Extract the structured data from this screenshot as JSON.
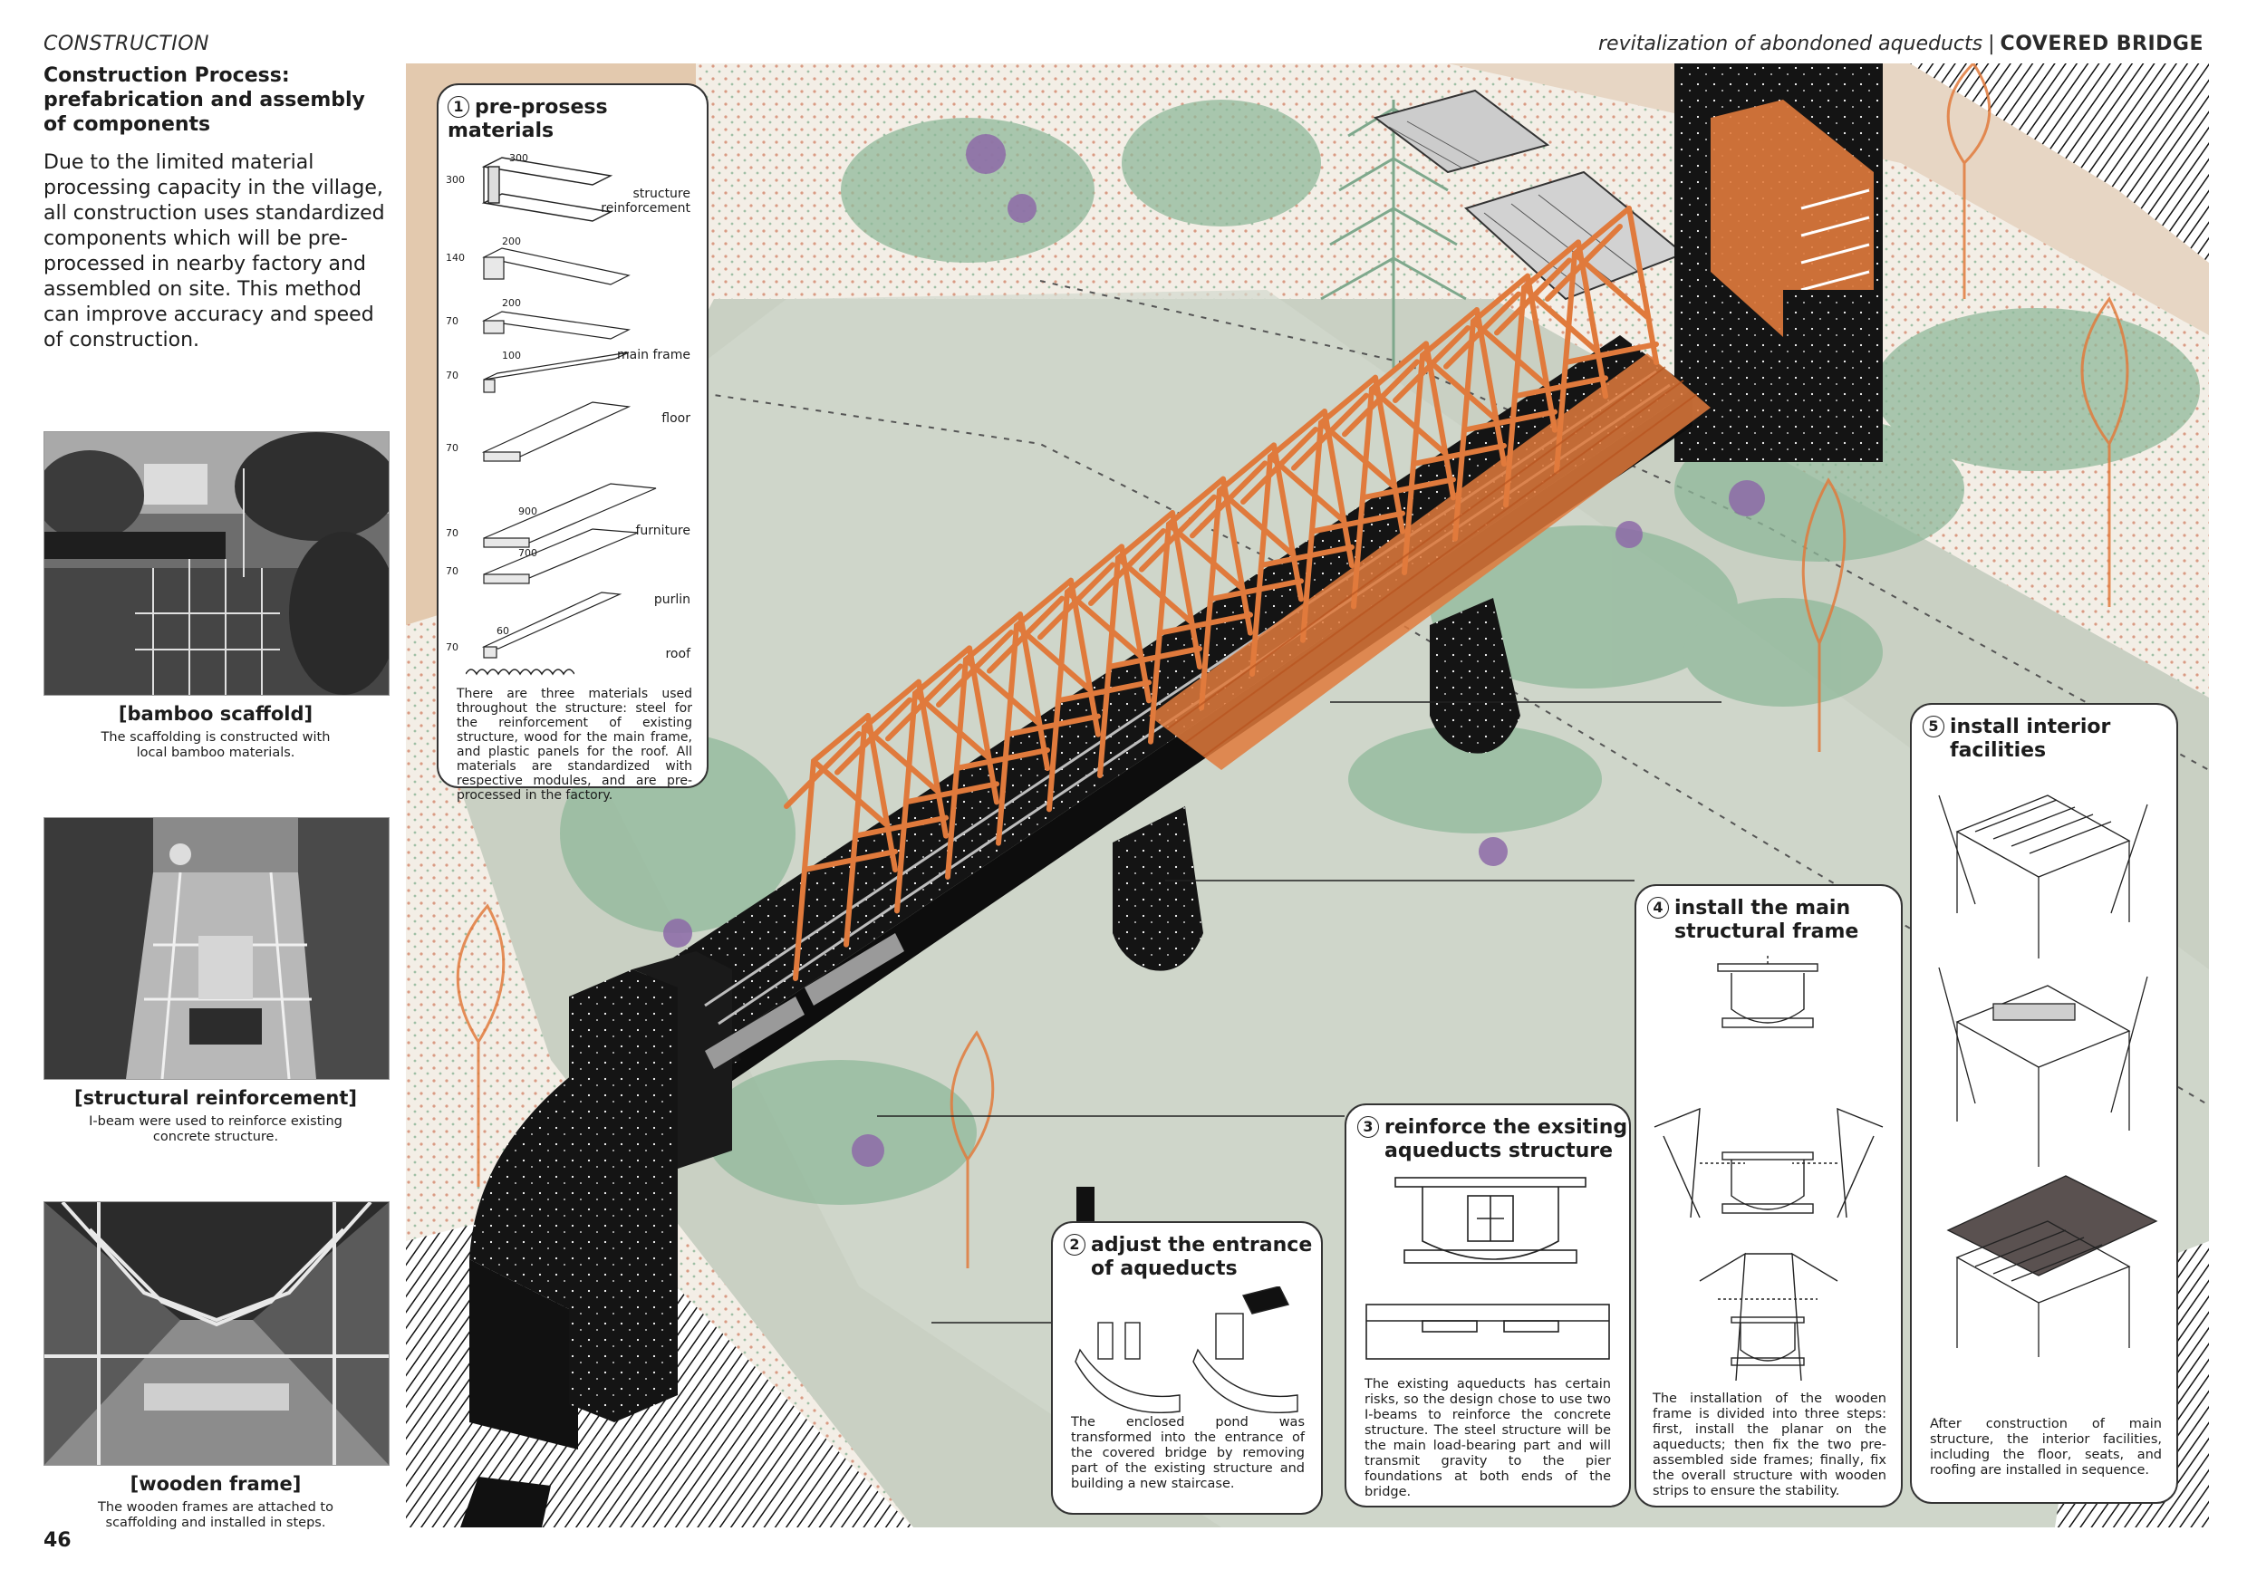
{
  "header": {
    "section": "CONSTRUCTION",
    "project_subtitle": "revitalization of abondoned aqueducts",
    "separator": "|",
    "project_title": "COVERED BRIDGE"
  },
  "sidebar": {
    "title": "Construction Process: prefabrication and assembly of components",
    "intro": "Due to the limited material processing capacity in the village, all construction uses standardized components which will be pre-processed in nearby factory and assembled on site. This method can improve accuracy and speed of construction.",
    "photos": [
      {
        "title": "[bamboo scaffold]",
        "caption": "The scaffolding is constructed with local bamboo materials."
      },
      {
        "title": "[structural reinforcement]",
        "caption": "I-beam were used to reinforce existing concrete structure."
      },
      {
        "title": "[wooden frame]",
        "caption": "The wooden frames are attached to scaffolding and installed in steps."
      }
    ]
  },
  "page_number": "46",
  "steps": [
    {
      "number": "1",
      "title": "pre-prosess materials",
      "labels": [
        "structure reinforcement",
        "main frame",
        "floor",
        "furniture",
        "purlin",
        "roof"
      ],
      "dims": [
        "300",
        "300",
        "200",
        "140",
        "200",
        "70",
        "100",
        "70",
        "70",
        "900",
        "70",
        "700",
        "70",
        "60",
        "70"
      ],
      "text": "There are three materials used throughout the structure: steel for the reinforcement of existing structure, wood for the main frame, and plastic panels for the roof. All materials are standardized with respective modules, and are pre-processed in the factory."
    },
    {
      "number": "2",
      "title_line1": "adjust the entrance",
      "title_line2": "of aqueducts",
      "text": "The enclosed pond was transformed into the entrance of the covered bridge by removing part of the existing structure and building a new staircase."
    },
    {
      "number": "3",
      "title_line1": "reinforce the exsiting",
      "title_line2": "aqueducts structure",
      "text": "The existing aqueducts has certain risks, so the design chose to use two I-beams to reinforce the concrete structure. The steel structure will be the main load-bearing part and will transmit gravity to the pier foundations at both ends of the bridge."
    },
    {
      "number": "4",
      "title_line1": "install the main",
      "title_line2": "structural frame",
      "text": "The installation of the wooden frame is divided into three steps: first, install the planar on the aqueducts; then fix the two pre-assembled side frames; finally, fix the overall structure with wooden strips to ensure the stability."
    },
    {
      "number": "5",
      "title_line1": "install interior",
      "title_line2": "facilities",
      "text": "After construction of main structure, the interior facilities, including the floor, seats, and roofing are installed in sequence."
    }
  ],
  "colors": {
    "timber_orange": "#e07a3c",
    "aqueduct_black": "#141414",
    "water_grey_green": "#c3cbbd",
    "path_beige": "#d9c4ad",
    "planting_green": "#8fb89a",
    "flower_purple": "#8d6aa8"
  }
}
